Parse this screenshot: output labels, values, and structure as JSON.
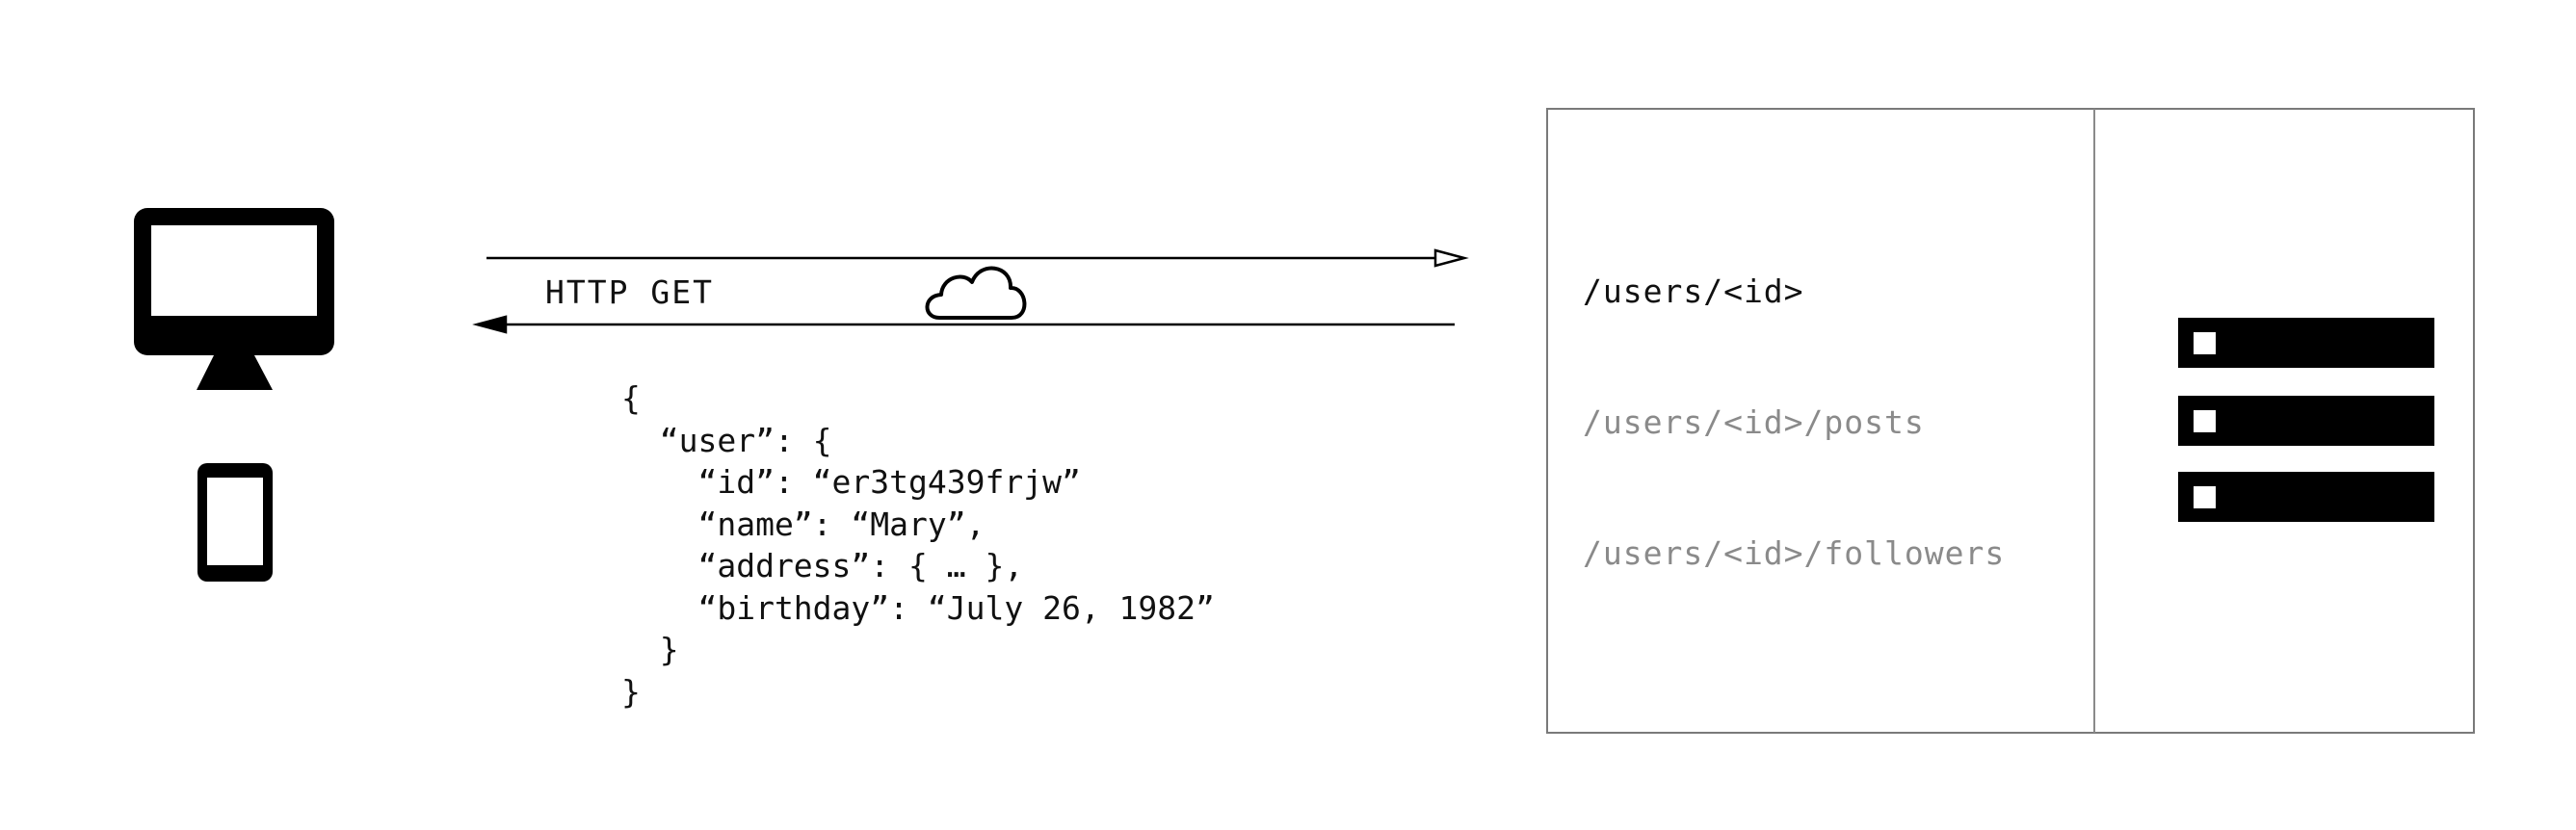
{
  "diagram": {
    "request_label": "HTTP GET",
    "json_lines": [
      "{",
      "  “user”: {",
      "    “id”: “er3tg439frjw”",
      "    “name”: “Mary”,",
      "    “address”: { … },",
      "    “birthday”: “July 26, 1982”",
      "  }",
      "}"
    ],
    "endpoints": [
      "/users/<id>",
      "/users/<id>/posts",
      "/users/<id>/followers"
    ],
    "colors": {
      "ink": "#000000",
      "muted_text": "#8a8a8a",
      "panel_border": "#7a7a7a"
    },
    "icons": [
      "desktop-monitor-icon",
      "mobile-phone-icon",
      "cloud-icon",
      "database-server-icon"
    ]
  }
}
